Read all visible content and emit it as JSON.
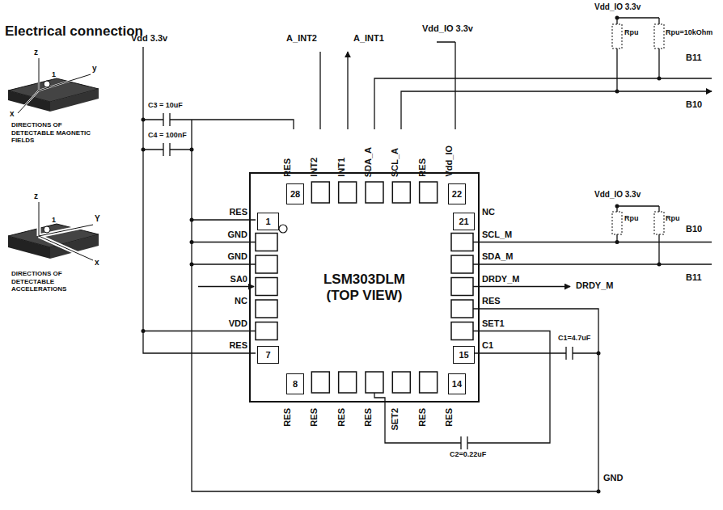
{
  "diagram": {
    "nodes": [
      {
        "text": [
          "LSM303DLM (TOP VIEW)"
        ]
      },
      {
        "text": [
          "28"
        ],
        "in": 0
      },
      {
        "text": [
          "22"
        ],
        "in": 0
      },
      {
        "text": [
          "1"
        ],
        "in": 0
      },
      {
        "text": [
          "21"
        ],
        "in": 0
      },
      {
        "text": [
          "7"
        ],
        "in": 0
      },
      {
        "text": [
          "15"
        ],
        "in": 0
      },
      {
        "text": [
          "8"
        ],
        "in": 0
      },
      {
        "text": [
          "14"
        ],
        "in": 0
      }
    ],
    "labels": [
      "Electrical connection",
      "Vdd 3.3v",
      "A_INT2",
      "A_INT1",
      "Vdd_IO 3.3v",
      "Vdd_IO 3.3v",
      "Rpu",
      "Rpu=10kOhm",
      "B11",
      "B10",
      "Vdd_IO 3.3v",
      "Rpu",
      "Rpu",
      "B10",
      "B11",
      "C3 = 10uF",
      "C4 = 100nF",
      "RES",
      "INT2",
      "INT1",
      "SDA_A",
      "SCL_A",
      "RES",
      "Vdd_IO",
      "RES",
      "GND",
      "GND",
      "SA0",
      "NC",
      "VDD",
      "RES",
      "NC",
      "SCL_M",
      "SDA_M",
      "DRDY_M",
      "RES",
      "SET1",
      "C1",
      "RES",
      "RES",
      "RES",
      "RES",
      "SET2",
      "RES",
      "RES",
      "DRDY_M",
      "C1=4.7uF",
      "C2=0.22uF",
      "GND",
      "DIRECTIONS OF DETECTABLE MAGNETIC FIELDS",
      "DIRECTIONS OF DETECTABLE ACCELERATIONS",
      "z",
      "1",
      "y",
      "x",
      "z",
      "1",
      "Y",
      "x"
    ]
  }
}
